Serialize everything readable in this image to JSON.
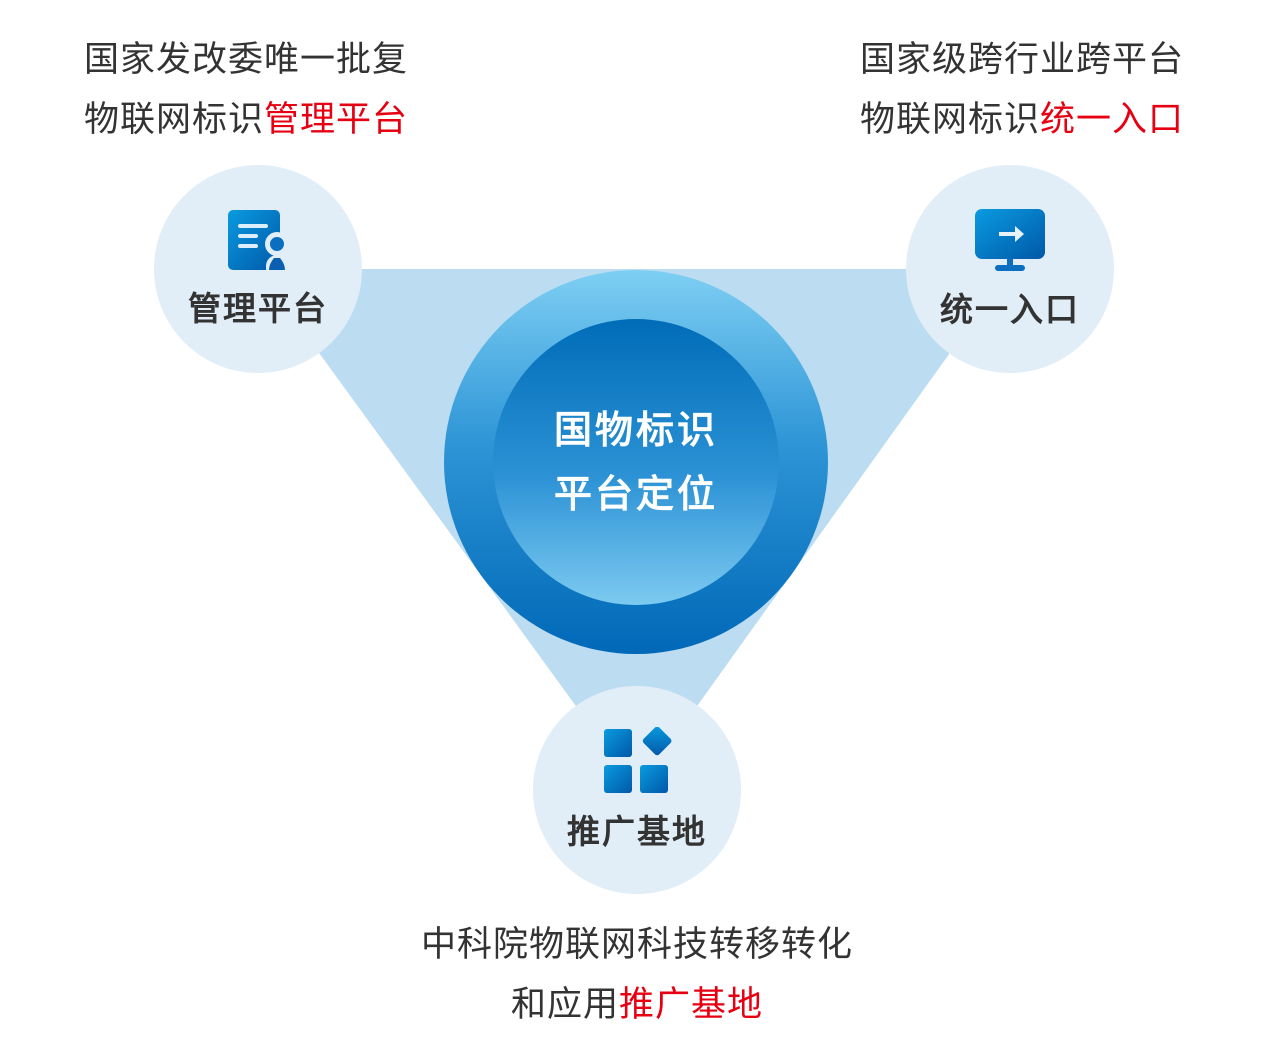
{
  "top_left": {
    "line1": "国家发改委唯一批复",
    "line2_prefix": "物联网标识",
    "line2_highlight": "管理平台"
  },
  "top_right": {
    "line1": "国家级跨行业跨平台",
    "line2_prefix": "物联网标识",
    "line2_highlight": "统一入口"
  },
  "bottom": {
    "line1": "中科院物联网科技转移转化",
    "line2_prefix": "和应用",
    "line2_highlight": "推广基地"
  },
  "nodes": {
    "management": "管理平台",
    "entry": "统一入口",
    "base": "推广基地"
  },
  "center": {
    "line1": "国物标识",
    "line2": "平台定位"
  },
  "colors": {
    "highlight": "#e60012",
    "triangle": "#bcdcf2",
    "node_bg": "#e1eef7",
    "icon": "#0a78c8"
  }
}
